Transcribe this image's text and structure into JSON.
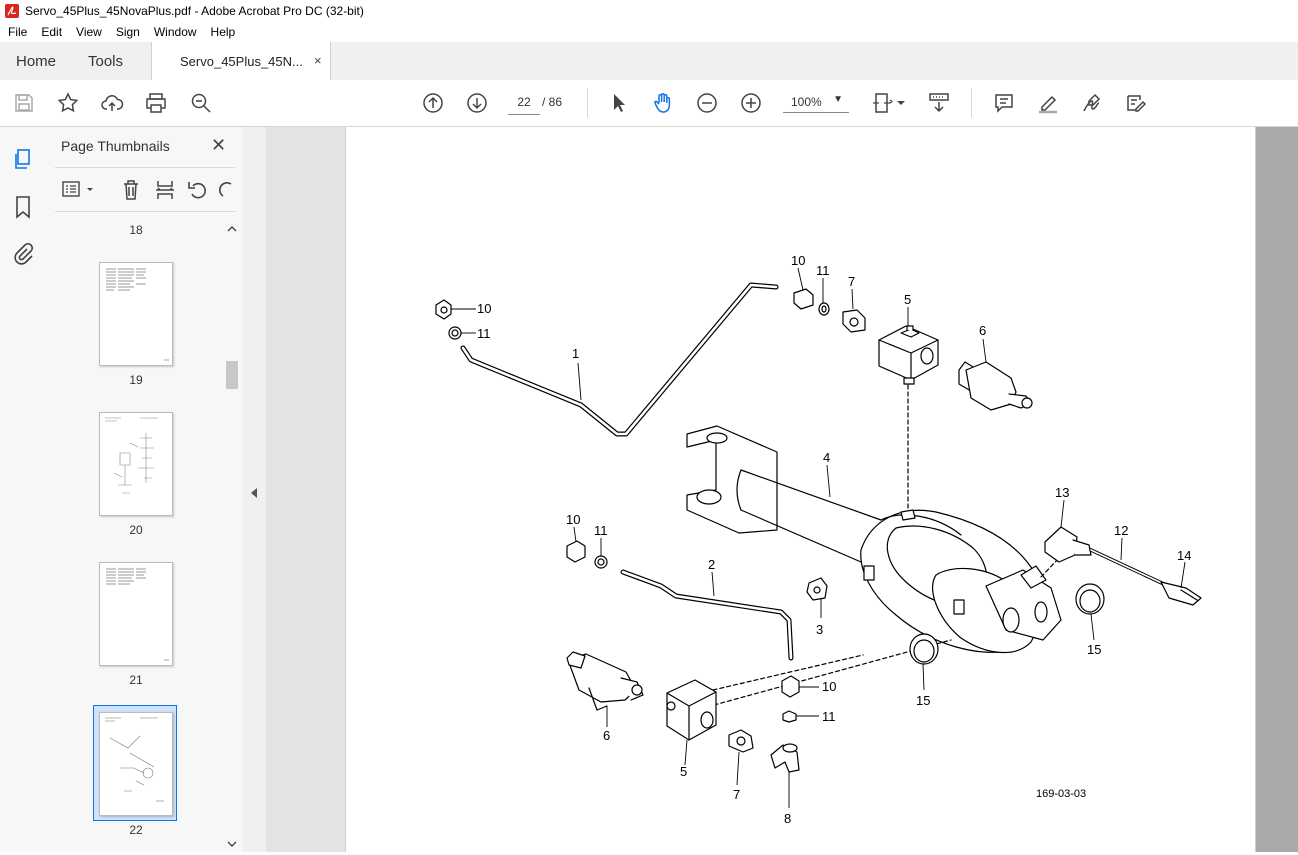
{
  "window": {
    "title": "Servo_45Plus_45NovaPlus.pdf - Adobe Acrobat Pro DC (32-bit)"
  },
  "menu": [
    "File",
    "Edit",
    "View",
    "Sign",
    "Window",
    "Help"
  ],
  "tabs": {
    "home": "Home",
    "tools": "Tools",
    "document": "Servo_45Plus_45N...",
    "close": "×"
  },
  "toolbar": {
    "page_current": "22",
    "page_total": "/ 86",
    "zoom": "100%"
  },
  "sidebar": {
    "title": "Page Thumbnails",
    "close": "✕",
    "pages": [
      "18",
      "19",
      "20",
      "21",
      "22"
    ],
    "selected_page": "22"
  },
  "diagram": {
    "figure_id": "169-03-03",
    "callouts": [
      "1",
      "2",
      "3",
      "4",
      "5",
      "5",
      "6",
      "6",
      "7",
      "7",
      "8",
      "10",
      "10",
      "10",
      "10",
      "11",
      "11",
      "11",
      "11",
      "12",
      "13",
      "14",
      "15",
      "15"
    ]
  },
  "colors": {
    "accent": "#1473e6",
    "viewer_bg": "#e3e3e3",
    "selected_thumb_bg": "#cfe2f7"
  }
}
